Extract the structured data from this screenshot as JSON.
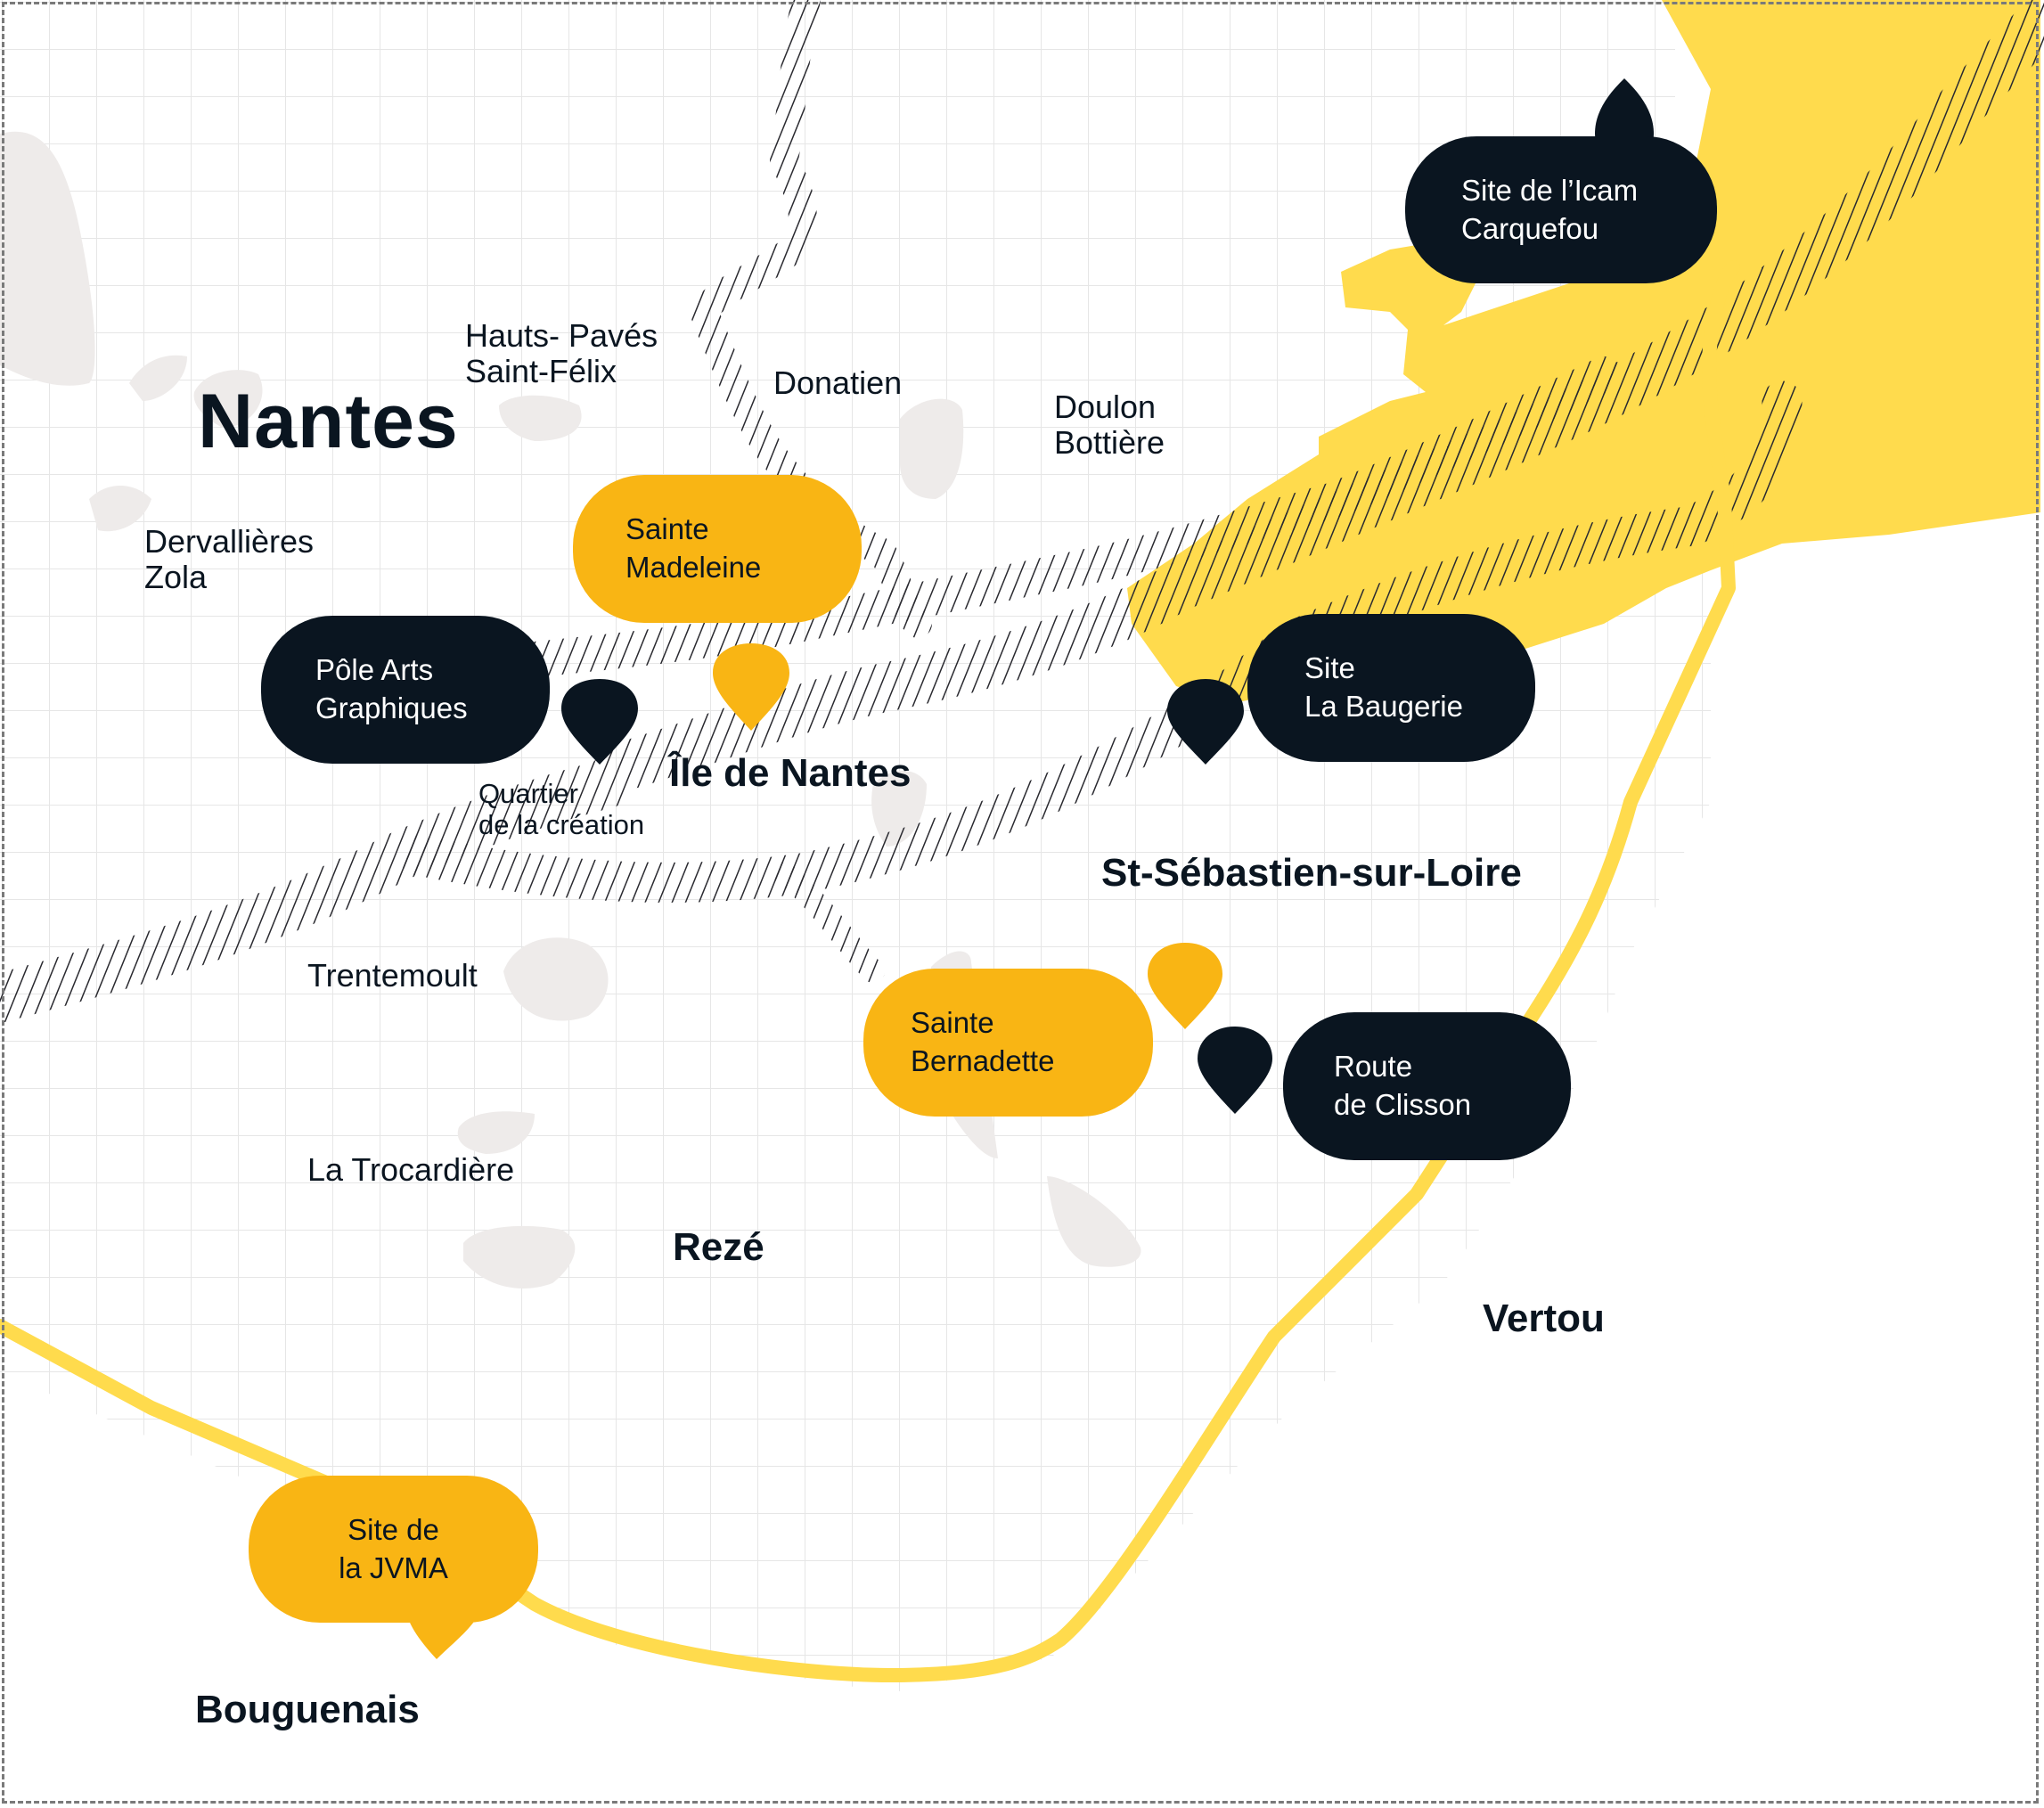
{
  "map": {
    "colors": {
      "background": "#ffffff",
      "grid": "#e6e6e6",
      "blob": "#eeebea",
      "zone_yellow": "#ffdb4d",
      "route_yellow": "#ffdb4d",
      "site_dark": "#0a1520",
      "site_gold": "#f9b514",
      "hatch": "#2a2a30",
      "frame": "#7a7a7a"
    },
    "cities": [
      {
        "id": "nantes",
        "label": "Nantes"
      },
      {
        "id": "ile-de-nantes",
        "label": "Île de Nantes"
      },
      {
        "id": "st-sebastien",
        "label": "St-Sébastien-sur-Loire"
      },
      {
        "id": "reze",
        "label": "Rezé"
      },
      {
        "id": "vertou",
        "label": "Vertou"
      },
      {
        "id": "bouguenais",
        "label": "Bouguenais"
      }
    ],
    "districts": [
      {
        "id": "hauts-paves",
        "label": "Hauts- Pavés\nSaint-Félix"
      },
      {
        "id": "donatien",
        "label": "Donatien"
      },
      {
        "id": "doulon",
        "label": "Doulon\nBottière"
      },
      {
        "id": "dervallieres",
        "label": "Dervallières\nZola"
      },
      {
        "id": "quartier-creation",
        "label": "Quartier\nde la création"
      },
      {
        "id": "trentemoult",
        "label": "Trentemoult"
      },
      {
        "id": "trocardiere",
        "label": "La Trocardière"
      }
    ],
    "sites": [
      {
        "id": "icam-carquefou",
        "label": "Site de l’Icam\nCarquefou",
        "style": "dark"
      },
      {
        "id": "sainte-madeleine",
        "label": "Sainte\nMadeleine",
        "style": "gold"
      },
      {
        "id": "pole-arts-graphiques",
        "label": "Pôle Arts\nGraphiques",
        "style": "dark"
      },
      {
        "id": "la-baugerie",
        "label": "Site\nLa Baugerie",
        "style": "dark"
      },
      {
        "id": "sainte-bernadette",
        "label": "Sainte\nBernadette",
        "style": "gold"
      },
      {
        "id": "route-de-clisson",
        "label": "Route\nde Clisson",
        "style": "dark"
      },
      {
        "id": "jvma",
        "label": "Site de\nla JVMA",
        "style": "gold"
      }
    ]
  }
}
